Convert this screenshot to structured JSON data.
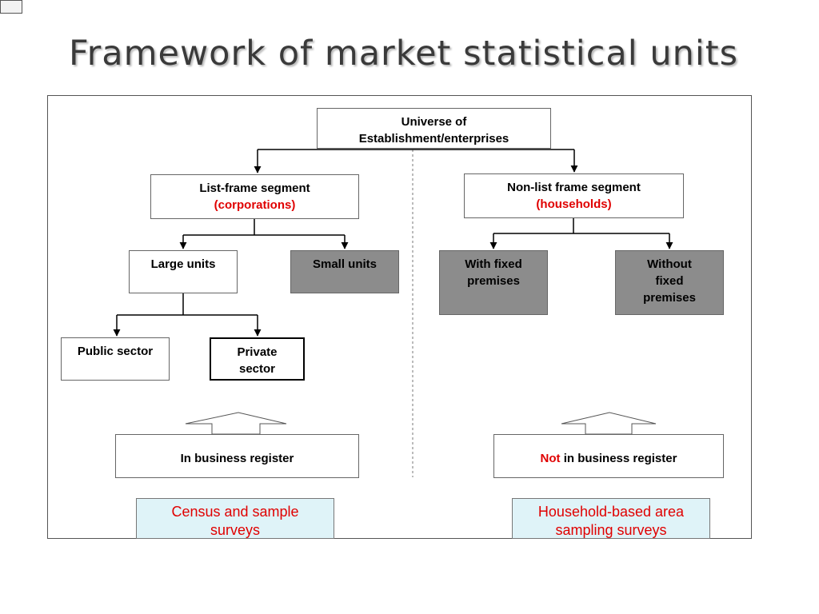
{
  "slide": {
    "title": "Framework of market statistical units"
  },
  "diagram": {
    "root": {
      "line1": "Universe of",
      "line2": "Establishment/enterprises"
    },
    "list_frame": {
      "label": "List-frame segment",
      "sub": "(corporations)"
    },
    "non_list_frame": {
      "label": "Non-list frame segment",
      "sub": "(households)"
    },
    "large_units": "Large units",
    "small_units": "Small units",
    "with_fixed": {
      "line1": "With fixed",
      "line2": "premises"
    },
    "without_fixed": {
      "line1": "Without",
      "line2": "fixed",
      "line3": "premises"
    },
    "public_sector": "Public sector",
    "private_sector": {
      "line1": "Private",
      "line2": "sector"
    },
    "in_register": "In business register",
    "not_register": {
      "not": "Not",
      "rest": " in business register"
    },
    "census_survey": {
      "line1": "Census and sample",
      "line2": "surveys"
    },
    "household_survey": {
      "line1": "Household-based area",
      "line2": "sampling surveys"
    }
  },
  "colors": {
    "accent_red": "#e00000",
    "dark_box": "#8c8c8c",
    "survey_bg": "#dff3f8"
  }
}
